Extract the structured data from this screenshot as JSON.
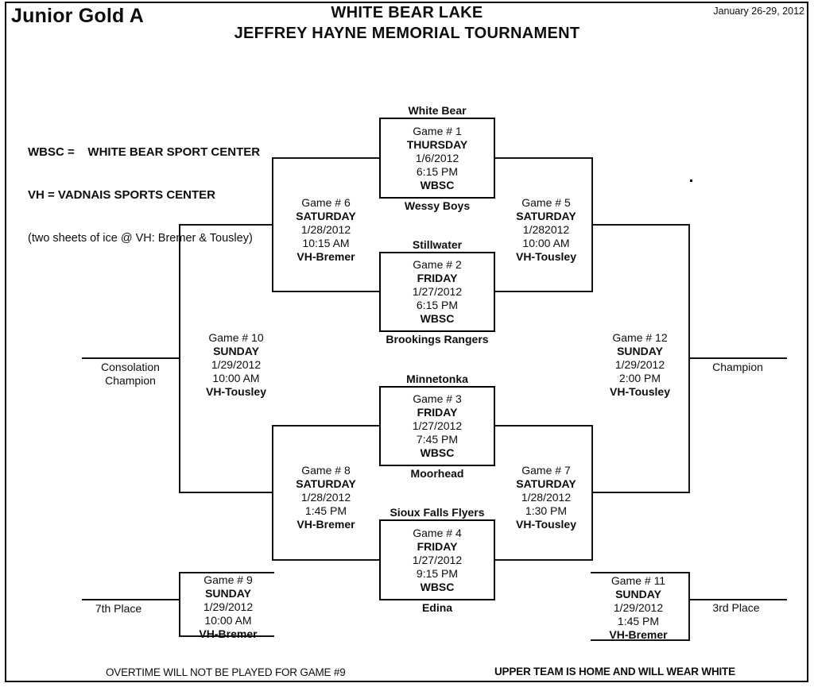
{
  "header": {
    "division": "Junior Gold A",
    "title_line1": "WHITE BEAR LAKE",
    "title_line2": "JEFFREY HAYNE MEMORIAL TOURNAMENT",
    "date_range": "January 26-29, 2012"
  },
  "legend": {
    "line1": "WBSC =    WHITE BEAR SPORT CENTER",
    "line2": "VH = VADNAIS SPORTS CENTER",
    "line3": "(two sheets of ice @ VH: Bremer & Tousley)"
  },
  "games": {
    "g1": {
      "title": "Game # 1",
      "day": "THURSDAY",
      "date": "1/6/2012",
      "time": "6:15 PM",
      "venue": "WBSC",
      "team_top": "White Bear",
      "team_bottom": "Wessy Boys"
    },
    "g2": {
      "title": "Game # 2",
      "day": "FRIDAY",
      "date": "1/27/2012",
      "time": "6:15 PM",
      "venue": "WBSC",
      "team_top": "Stillwater",
      "team_bottom": "Brookings Rangers"
    },
    "g3": {
      "title": "Game # 3",
      "day": "FRIDAY",
      "date": "1/27/2012",
      "time": "7:45 PM",
      "venue": "WBSC",
      "team_top": "Minnetonka",
      "team_bottom": "Moorhead"
    },
    "g4": {
      "title": "Game # 4",
      "day": "FRIDAY",
      "date": "1/27/2012",
      "time": "9:15 PM",
      "venue": "WBSC",
      "team_top": "Sioux Falls Flyers",
      "team_bottom": "Edina"
    },
    "g5": {
      "title": "Game # 5",
      "day": "SATURDAY",
      "date": "1/282012",
      "time": "10:00 AM",
      "venue": "VH-Tousley"
    },
    "g6": {
      "title": "Game # 6",
      "day": "SATURDAY",
      "date": "1/28/2012",
      "time": "10:15 AM",
      "venue": "VH-Bremer"
    },
    "g7": {
      "title": "Game # 7",
      "day": "SATURDAY",
      "date": "1/28/2012",
      "time": "1:30 PM",
      "venue": "VH-Tousley"
    },
    "g8": {
      "title": "Game # 8",
      "day": "SATURDAY",
      "date": "1/28/2012",
      "time": "1:45 PM",
      "venue": "VH-Bremer"
    },
    "g9": {
      "title": "Game # 9",
      "day": "SUNDAY",
      "date": "1/29/2012",
      "time": "10:00 AM",
      "venue": "VH-Bremer"
    },
    "g10": {
      "title": "Game # 10",
      "day": "SUNDAY",
      "date": "1/29/2012",
      "time": "10:00 AM",
      "venue": "VH-Tousley"
    },
    "g11": {
      "title": "Game # 11",
      "day": "SUNDAY",
      "date": "1/29/2012",
      "time": "1:45 PM",
      "venue": "VH-Bremer"
    },
    "g12": {
      "title": "Game # 12",
      "day": "SUNDAY",
      "date": "1/29/2012",
      "time": "2:00 PM",
      "venue": "VH-Tousley"
    }
  },
  "placements": {
    "consolation_line1": "Consolation",
    "consolation_line2": "Champion",
    "champion": "Champion",
    "seventh": "7th Place",
    "third": "3rd Place"
  },
  "notes": {
    "overtime": "OVERTIME WILL NOT BE PLAYED FOR GAME #9",
    "home_team": "UPPER TEAM IS HOME AND WILL WEAR WHITE"
  },
  "misc": {
    "stray_dot": ""
  }
}
